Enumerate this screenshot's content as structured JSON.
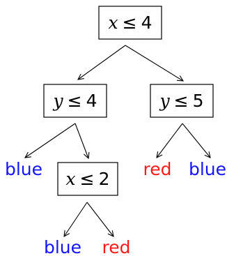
{
  "colors": {
    "blue": "#1414ff",
    "red": "#ff1a1a",
    "line": "#000000"
  },
  "tree": {
    "root": {
      "var": "x",
      "op": "≤",
      "val": "4"
    },
    "left": {
      "var": "y",
      "op": "≤",
      "val": "4"
    },
    "right": {
      "var": "y",
      "op": "≤",
      "val": "5"
    },
    "left_right": {
      "var": "x",
      "op": "≤",
      "val": "2"
    },
    "leaves": {
      "left_left": {
        "label": "blue",
        "color": "blue"
      },
      "left_right_left": {
        "label": "blue",
        "color": "blue"
      },
      "left_right_right": {
        "label": "red",
        "color": "red"
      },
      "right_left": {
        "label": "red",
        "color": "red"
      },
      "right_right": {
        "label": "blue",
        "color": "blue"
      }
    }
  }
}
